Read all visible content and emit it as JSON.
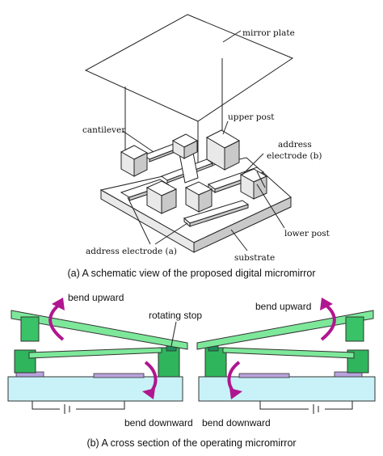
{
  "labels": {
    "mirror_plate": "mirror plate",
    "upper_post": "upper post",
    "cantilever": "cantilever",
    "address_electrode_b_line1": "address",
    "address_electrode_b_line2": "electrode (b)",
    "lower_post": "lower post",
    "address_electrode_a": "address electrode (a)",
    "substrate": "substrate",
    "bend_upward_left": "bend upward",
    "rotating_stop": "rotating stop",
    "bend_upward_right": "bend upward",
    "bend_downward_left": "bend downward",
    "bend_downward_right": "bend downward"
  },
  "captions": {
    "a": "(a) A schematic view of the proposed digital micromirror",
    "b": "(b) A cross section of the operating micromirror"
  },
  "colors": {
    "mirror_green": "#7de89a",
    "mirror_green_dark": "#39c267",
    "post_green": "#2fb55c",
    "substrate_cyan": "#c8f2f7",
    "electrode_purple": "#b9a3dd",
    "arrow_magenta": "#b0168f",
    "cap_green": "#1f8a5a"
  }
}
